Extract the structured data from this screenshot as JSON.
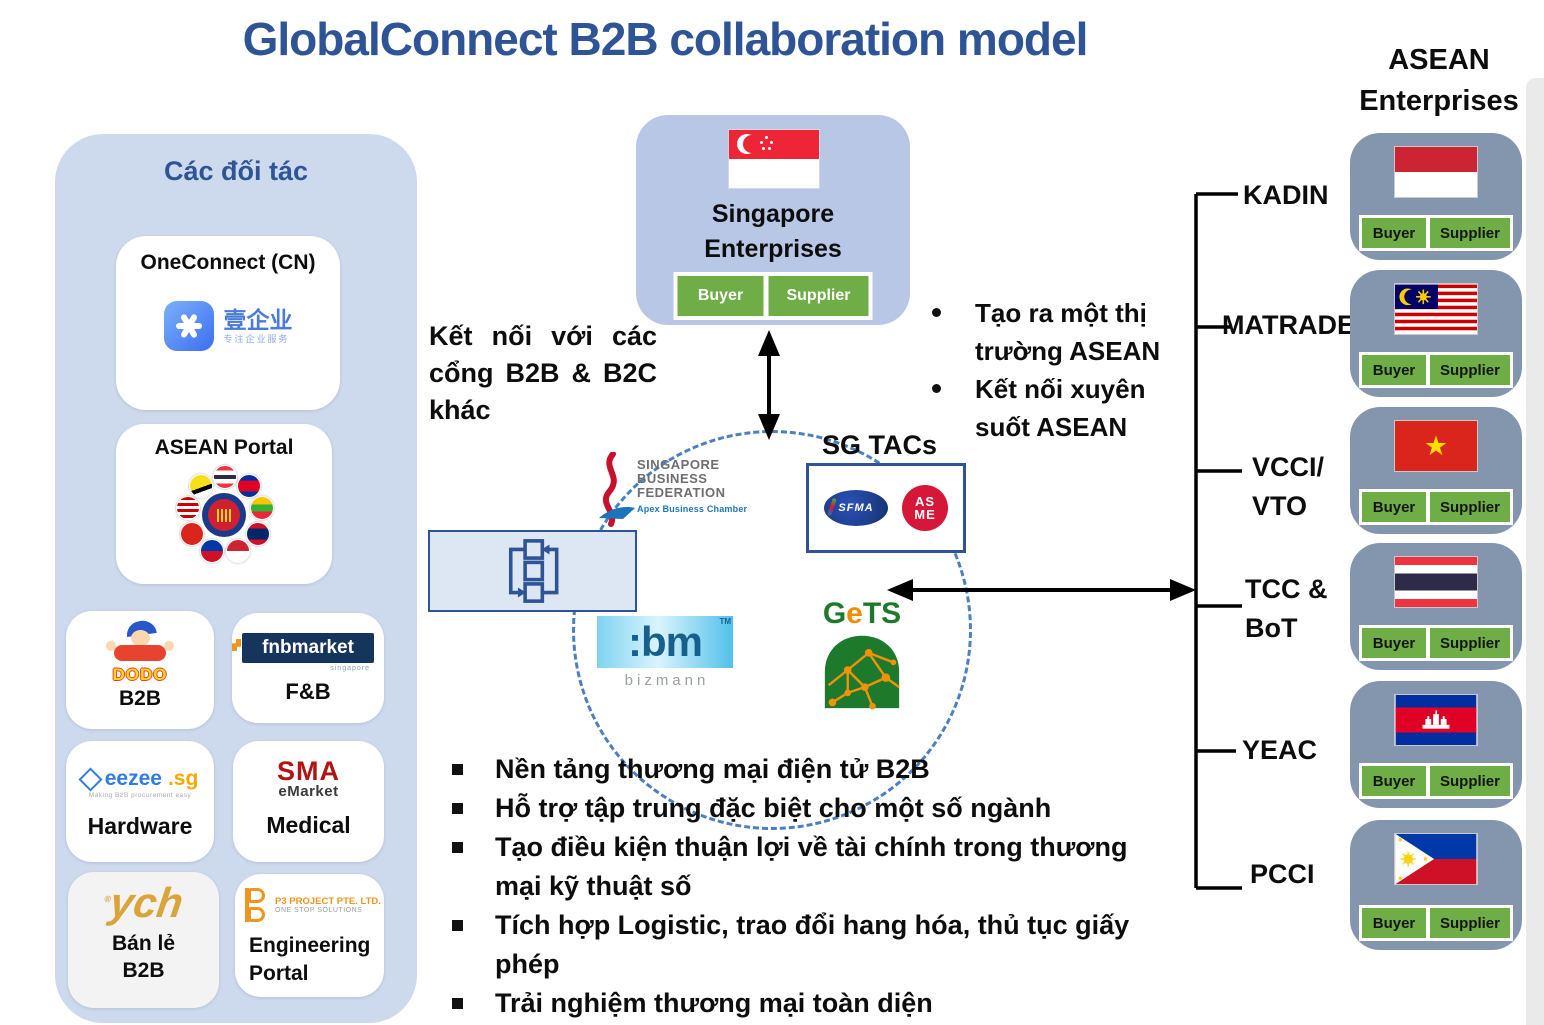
{
  "title": "GlobalConnect B2B collaboration model",
  "asean_heading": {
    "line1": "ASEAN",
    "line2": "Enterprises"
  },
  "partners": {
    "title": "Các đối tác",
    "oneconnect": {
      "label": "OneConnect (CN)",
      "brand": "壹企业",
      "tagline": "专注企业服务"
    },
    "asean_portal": {
      "label": "ASEAN Portal"
    },
    "dodo": {
      "brand": "DODO",
      "label": "B2B"
    },
    "fnb": {
      "brand": "fnbmarket",
      "tag": "singapore",
      "label": "F&B"
    },
    "eezee": {
      "brand": "eezee",
      "suffix": ".sg",
      "tagline": "Making B2B procurement easy",
      "label": "Hardware"
    },
    "sma": {
      "brand": "SMA",
      "brand2": "eMarket",
      "label": "Medical"
    },
    "ych": {
      "brand": "ych",
      "label_line1": "Bán lẻ",
      "label_line2": "B2B"
    },
    "p3": {
      "brand": "P3 PROJECT PTE. LTD.",
      "tagline": "ONE STOP SOLUTIONS",
      "label_line1": "Engineering",
      "label_line2": "Portal"
    }
  },
  "singapore_box": {
    "line1": "Singapore",
    "line2": "Enterprises"
  },
  "buttons": {
    "buyer": "Buyer",
    "supplier": "Supplier"
  },
  "connect_note": "Kết nối với các cổng B2B & B2C khác",
  "hub": {
    "sbf": {
      "line1": "SINGAPORE",
      "line2": "BUSINESS",
      "line3": "FEDERATION",
      "tagline": "Apex Business Chamber"
    },
    "sg_tacs": "SG TACs",
    "sfma": "SFMA",
    "asme": {
      "line1": "AS",
      "line2": "ME"
    },
    "bizmann": {
      "brand": ":bm",
      "tm": "TM",
      "name": "bizmann"
    },
    "gets": {
      "g": "G",
      "e": "e",
      "ts": "TS"
    }
  },
  "right_bullets": [
    "Tạo ra một thị trường ASEAN",
    "Kết nối xuyên suốt ASEAN"
  ],
  "asean_rows": [
    {
      "label": "KADIN",
      "flag": "indonesia-flag"
    },
    {
      "label": "MATRADE",
      "flag": "malaysia-flag"
    },
    {
      "label": "VCCI/ VTO",
      "label_line1": "VCCI/",
      "label_line2": "VTO",
      "flag": "vietnam-flag"
    },
    {
      "label": "TCC & BoT",
      "label_line1": "TCC &",
      "label_line2": "BoT",
      "flag": "thailand-flag"
    },
    {
      "label": "YEAC",
      "flag": "cambodia-flag"
    },
    {
      "label": "PCCI",
      "flag": "philippines-flag"
    }
  ],
  "bottom_bullets": [
    "Nền tảng thương mại điện tử B2B",
    "Hỗ trợ tập trung đặc biệt cho một số ngành",
    "Tạo điều kiện thuận lợi về tài chính trong thương mại kỹ thuật số",
    "Tích hợp Logistic, trao đổi hang hóa, thủ tục giấy phép",
    "Trải nghiệm thương mại toàn diện"
  ],
  "colors": {
    "accent_blue": "#2E5496",
    "panel_blue": "#CDD9EC",
    "box_blue": "#B7C7E5",
    "card_gray": "#8496AE",
    "button_green": "#6FAD47"
  }
}
